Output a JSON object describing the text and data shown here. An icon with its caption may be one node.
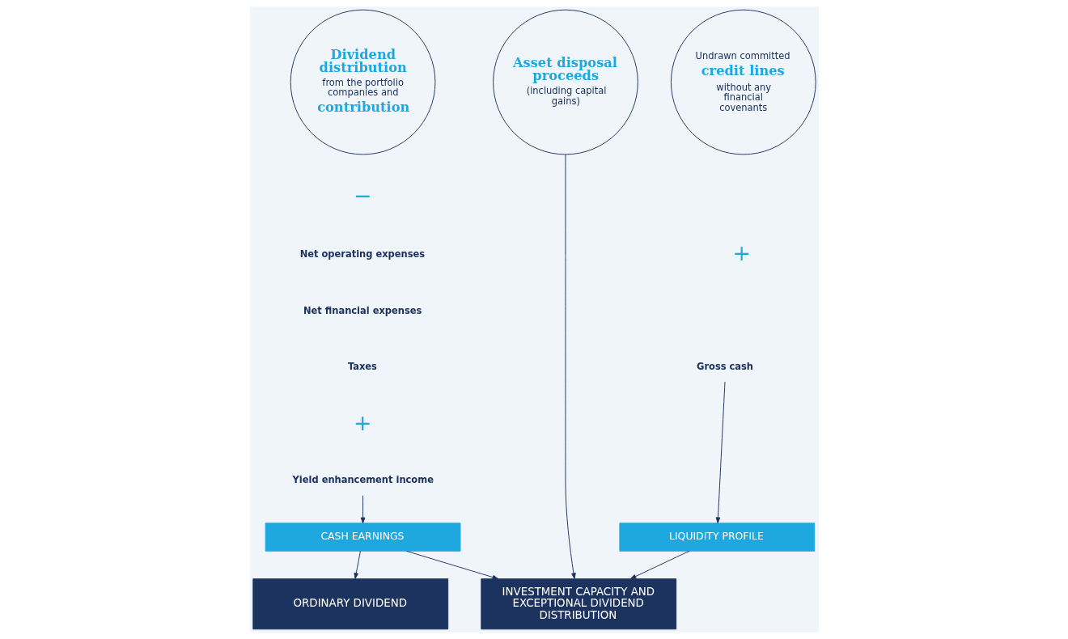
{
  "diagram": {
    "nodes": [
      {
        "text": [
          "Dividend distribution",
          "from the portfolio companies and",
          "contribution"
        ]
      },
      {
        "text": [
          "Asset disposal proceeds",
          "(including capital gains)"
        ]
      },
      {
        "text": [
          "Undrawn committed",
          "credit lines",
          "without any financial covenants"
        ]
      },
      {
        "text": [
          "Yield enhancement income"
        ]
      },
      {
        "text": [
          "Gross cash"
        ]
      },
      {
        "text": [
          "CASH EARNINGS"
        ]
      },
      {
        "text": [
          "LIQUIDITY PROFILE"
        ]
      },
      {
        "text": [
          "ORDINARY DIVIDEND"
        ]
      },
      {
        "text": [
          "INVESTMENT CAPACITY AND EXCEPTIONAL DIVIDEND DISTRIBUTION"
        ]
      }
    ],
    "edges": [
      {
        "from": 3,
        "to": 5,
        "arrow": "to"
      },
      {
        "from": 4,
        "to": 6,
        "arrow": "to"
      },
      {
        "from": 1,
        "to": 8,
        "arrow": "to"
      },
      {
        "from": 5,
        "to": 7,
        "arrow": "to"
      },
      {
        "from": 5,
        "to": 8,
        "arrow": "to"
      },
      {
        "from": 6,
        "to": 8,
        "arrow": "to"
      }
    ],
    "labels": [
      "−",
      "+",
      "Net operating expenses",
      "Net financial expenses",
      "Taxes",
      "+"
    ]
  }
}
